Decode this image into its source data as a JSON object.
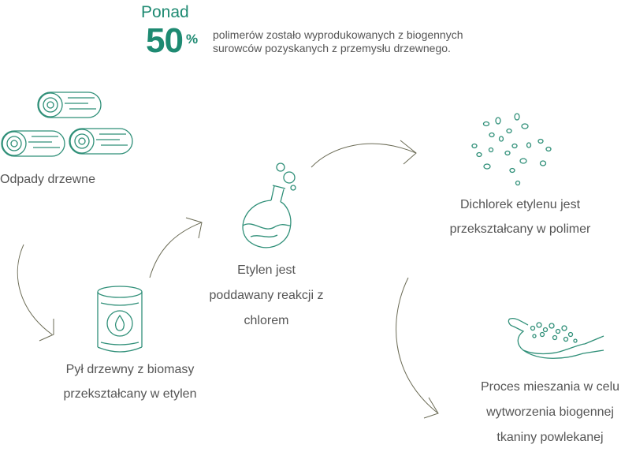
{
  "stat": {
    "prefix": "Ponad",
    "number": "50",
    "unit": "%",
    "description": "polimerów zostało wyprodukowanych z biogennych surowców pozyskanych z przemysłu drzewnego."
  },
  "colors": {
    "accent": "#1e8a72",
    "icon_stroke": "#2f8f78",
    "arrow": "#6b6b55",
    "text": "#555555"
  },
  "steps": [
    {
      "id": "wood-waste",
      "icon": "logs-icon",
      "label": "Odpady drzewne"
    },
    {
      "id": "biomass",
      "icon": "barrel-drop-icon",
      "label_lines": [
        "Pył drzewny z biomasy",
        "przekształcany w etylen"
      ]
    },
    {
      "id": "chlorination",
      "icon": "flask-icon",
      "label_lines": [
        "Etylen jest",
        "poddawany reakcji z",
        "chlorem"
      ]
    },
    {
      "id": "polymer",
      "icon": "granules-icon",
      "label_lines": [
        "Dichlorek etylenu jest",
        "przekształcany w polimer"
      ]
    },
    {
      "id": "mixing",
      "icon": "hand-granules-icon",
      "label_lines": [
        "Proces mieszania w celu",
        "wytworzenia biogennej",
        "tkaniny powlekanej"
      ]
    }
  ]
}
